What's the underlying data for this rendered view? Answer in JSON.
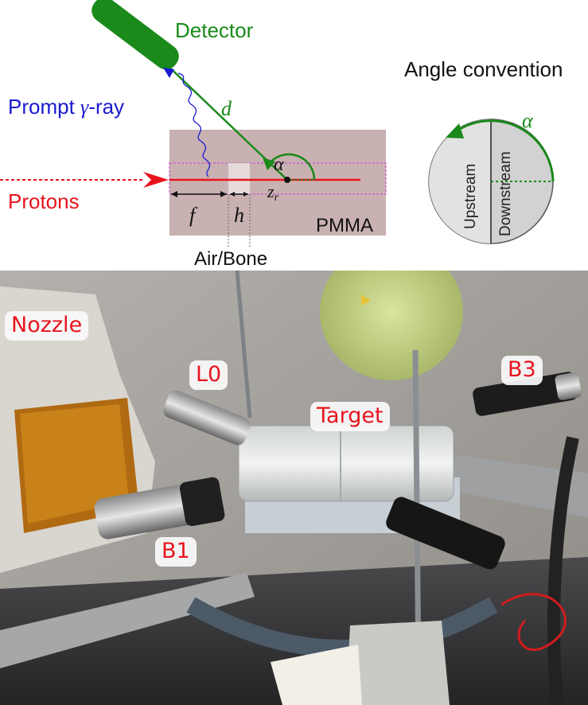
{
  "diagram": {
    "detector_label": "Detector",
    "prompt_gamma_prefix": "Prompt ",
    "prompt_gamma_symbol": "γ",
    "prompt_gamma_suffix": "-ray",
    "protons_label": "Protons",
    "distance_label": "d",
    "alpha_label": "α",
    "zr_label": "z",
    "zr_sub": "r",
    "f_label": "f",
    "h_label": "h",
    "pmma_label": "PMMA",
    "insert_label": "Air/Bone"
  },
  "angle_convention": {
    "title": "Angle convention",
    "alpha_label": "α",
    "upstream_label": "Upstream",
    "downstream_label": "Downstream"
  },
  "photo": {
    "labels": {
      "nozzle": "Nozzle",
      "l0": "L0",
      "target": "Target",
      "b3": "B3",
      "b1": "B1"
    }
  },
  "colors": {
    "detector_green": "#1a8a1a",
    "gamma_blue": "#1a1ad0",
    "proton_red": "#e8141e",
    "pmma_fill": "#c9b1b1"
  }
}
